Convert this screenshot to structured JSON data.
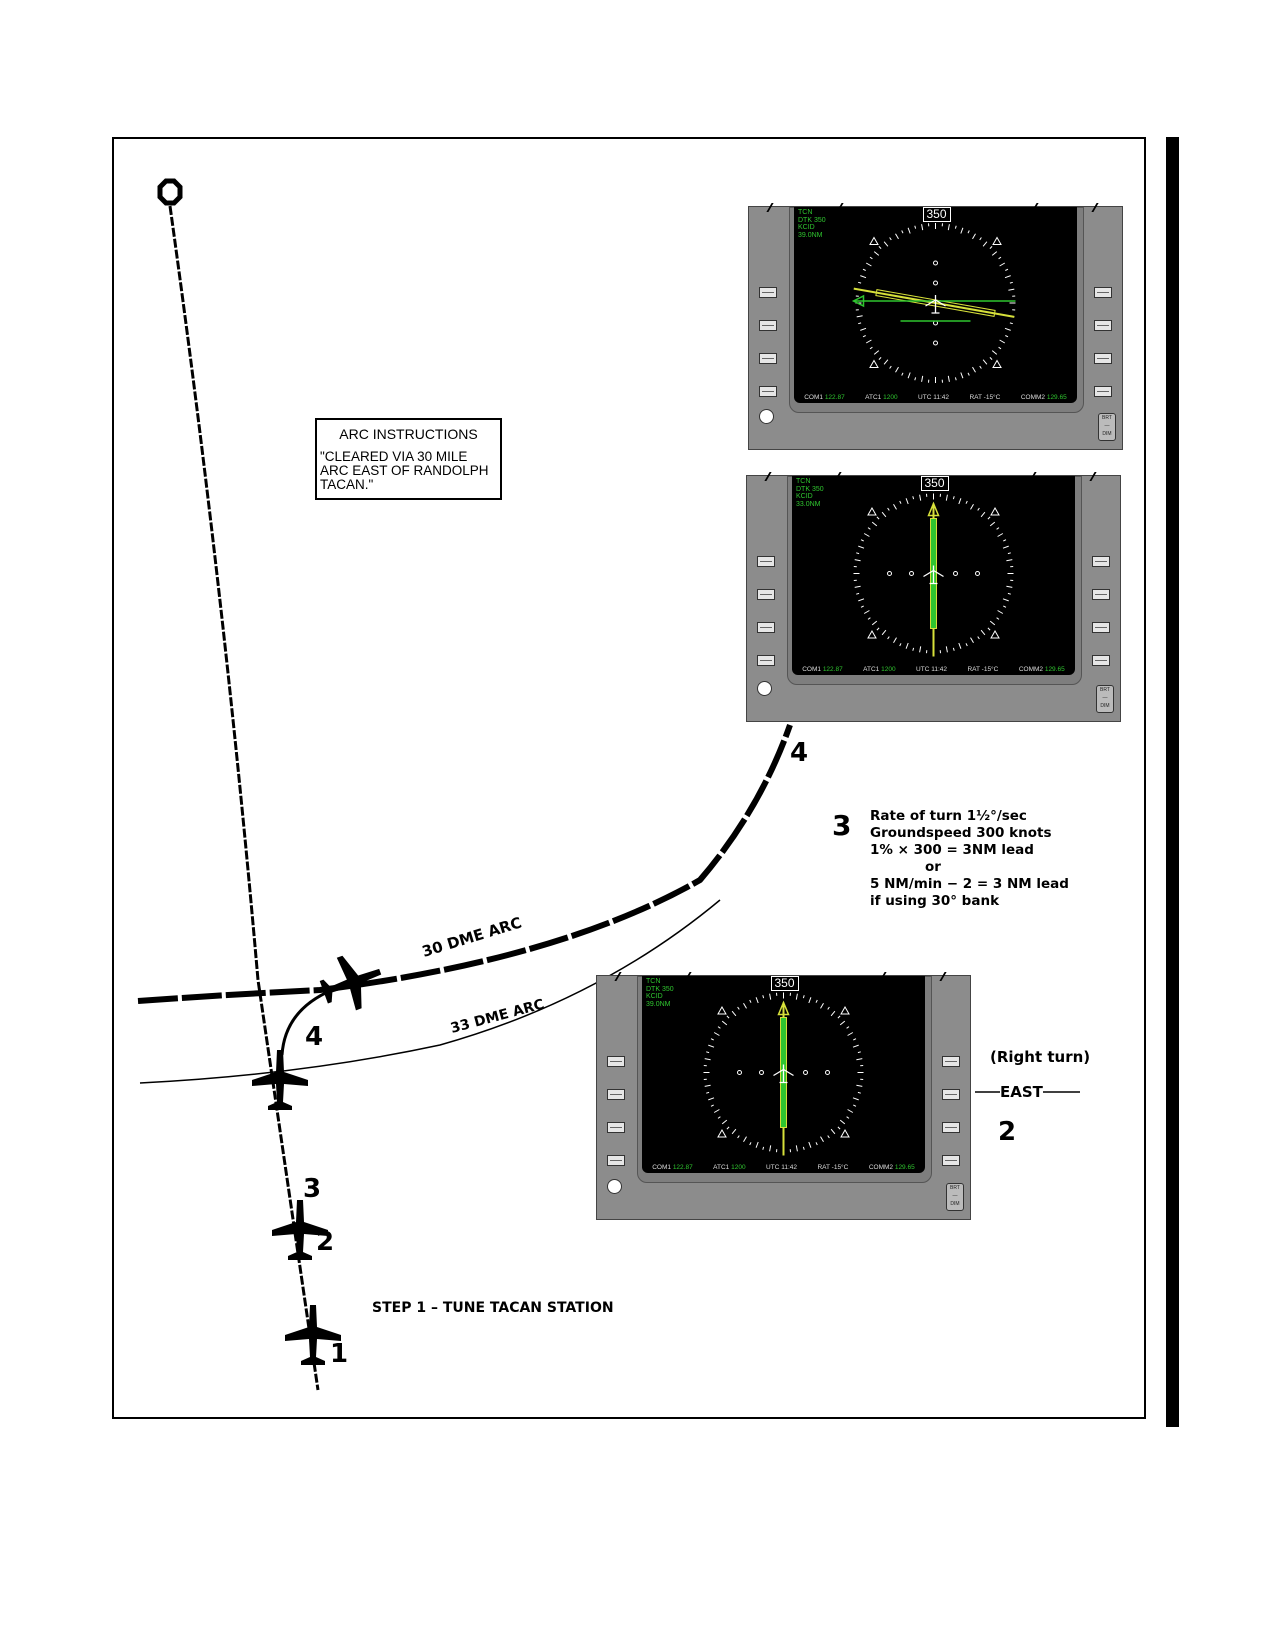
{
  "arc_box": {
    "title": "ARC INSTRUCTIONS",
    "body": "\"CLEARED VIA 30 MILE ARC EAST OF RANDOLPH TACAN.\""
  },
  "labels": {
    "arc30": "30 DME ARC",
    "arc33": "33 DME ARC",
    "step1": "STEP 1 – TUNE TACAN STATION",
    "num1": "1",
    "num2": "2",
    "num3": "3",
    "num4_left": "4",
    "num4_right": "4",
    "right_turn": "(Right turn)",
    "east": "EAST",
    "num2_right": "2"
  },
  "step3": {
    "num": "3",
    "lines": [
      "Rate of turn 1½°/sec",
      "Groundspeed 300 knots",
      "1% × 300 = 3NM lead",
      "or",
      "5 NM/min − 2 = 3 NM lead",
      "if using 30° bank"
    ]
  },
  "mfd_top": {
    "heading": "350",
    "info": [
      "TCN",
      "DTK 350",
      "KCID",
      "39.0NM"
    ],
    "status": {
      "com1": "COM1",
      "com1_val": "122.87",
      "atc1": "ATC1",
      "atc1_val": "1200",
      "utc": "UTC",
      "utc_val": "11:42",
      "rat": "RAT -15°C",
      "comm2": "COMM2",
      "comm2_val": "129.65"
    }
  },
  "mfd_mid": {
    "heading": "350",
    "info": [
      "TCN",
      "DTK 350",
      "KCID",
      "33.0NM"
    ],
    "status": {
      "com1": "COM1",
      "com1_val": "122.87",
      "atc1": "ATC1",
      "atc1_val": "1200",
      "utc": "UTC",
      "utc_val": "11:42",
      "rat": "RAT -15°C",
      "comm2": "COMM2",
      "comm2_val": "129.65"
    }
  },
  "mfd_bot": {
    "heading": "350",
    "info": [
      "TCN",
      "DTK 350",
      "KCID",
      "39.0NM"
    ],
    "status": {
      "com1": "COM1",
      "com1_val": "122.87",
      "atc1": "ATC1",
      "atc1_val": "1200",
      "utc": "UTC",
      "utc_val": "11:42",
      "rat": "RAT -15°C",
      "comm2": "COMM2",
      "comm2_val": "129.65"
    }
  },
  "brt_label": [
    "BRT",
    "DIM"
  ],
  "colors": {
    "line": "#000000",
    "display_green": "#2fc52f",
    "course_yellow": "#d6e03a",
    "heading_cyan": "#22c6e6",
    "bezel": "#8c8c8c"
  }
}
